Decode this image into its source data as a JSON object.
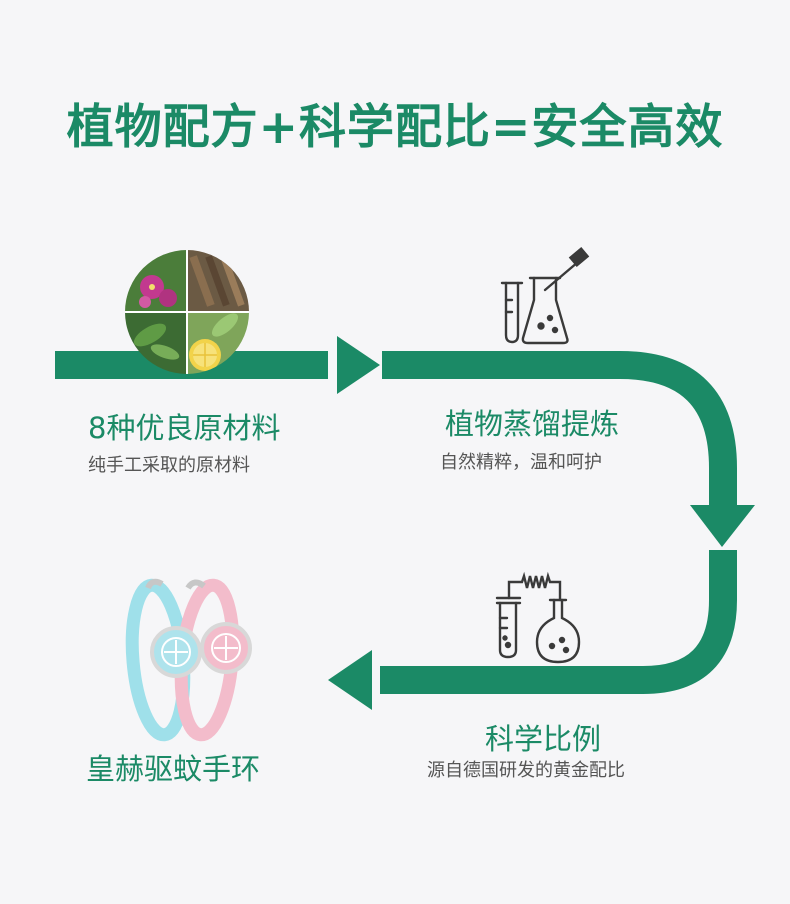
{
  "header": {
    "title": "植物配方+科学配比=安全高效"
  },
  "steps": [
    {
      "title": "8种优良原材料",
      "desc": "纯手工采取的原材料",
      "icon": "plant-materials-photo"
    },
    {
      "title": "植物蒸馏提炼",
      "desc": "自然精粹，温和呵护",
      "icon": "lab-glassware-icon"
    },
    {
      "title": "科学比例",
      "desc": "源自德国研发的黄金配比",
      "icon": "chemistry-apparatus-icon"
    },
    {
      "title": "皇赫驱蚊手环",
      "desc": "",
      "icon": "mosquito-repellent-bracelet"
    }
  ],
  "colors": {
    "accent": "#1b8a66",
    "background": "#f6f6f8",
    "bracelet_blue": "#9fe0ea",
    "bracelet_pink": "#f3bccb"
  }
}
